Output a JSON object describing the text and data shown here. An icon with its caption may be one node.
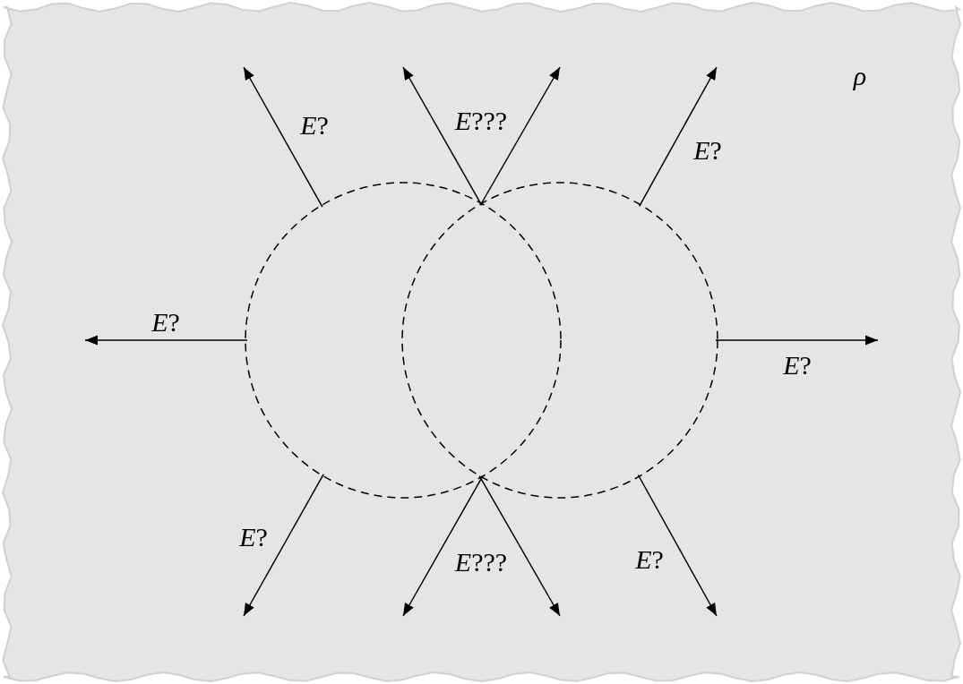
{
  "diagram": {
    "nodes": [
      {
        "text": [],
        "shape": "circle"
      },
      {
        "text": [],
        "shape": "circle"
      }
    ],
    "edges": [
      {
        "from": 0,
        "to": null,
        "arrow": "to",
        "label": "*E*?"
      },
      {
        "from": 1,
        "to": null,
        "arrow": "to",
        "label": "*E*???"
      },
      {
        "from": 0,
        "to": null,
        "arrow": "to"
      },
      {
        "from": 1,
        "to": null,
        "arrow": "to",
        "label": "*E*?"
      },
      {
        "from": 0,
        "to": null,
        "arrow": "to",
        "label": "*E*?"
      },
      {
        "from": 1,
        "to": null,
        "arrow": "to",
        "label": "*E*?"
      },
      {
        "from": 0,
        "to": null,
        "arrow": "to",
        "label": "*E*?"
      },
      {
        "from": 1,
        "to": null,
        "arrow": "to",
        "label": "*E*???"
      },
      {
        "from": 0,
        "to": null,
        "arrow": "to"
      },
      {
        "from": 1,
        "to": null,
        "arrow": "to",
        "label": "*E*?"
      }
    ],
    "labels": [
      "ρ"
    ]
  }
}
